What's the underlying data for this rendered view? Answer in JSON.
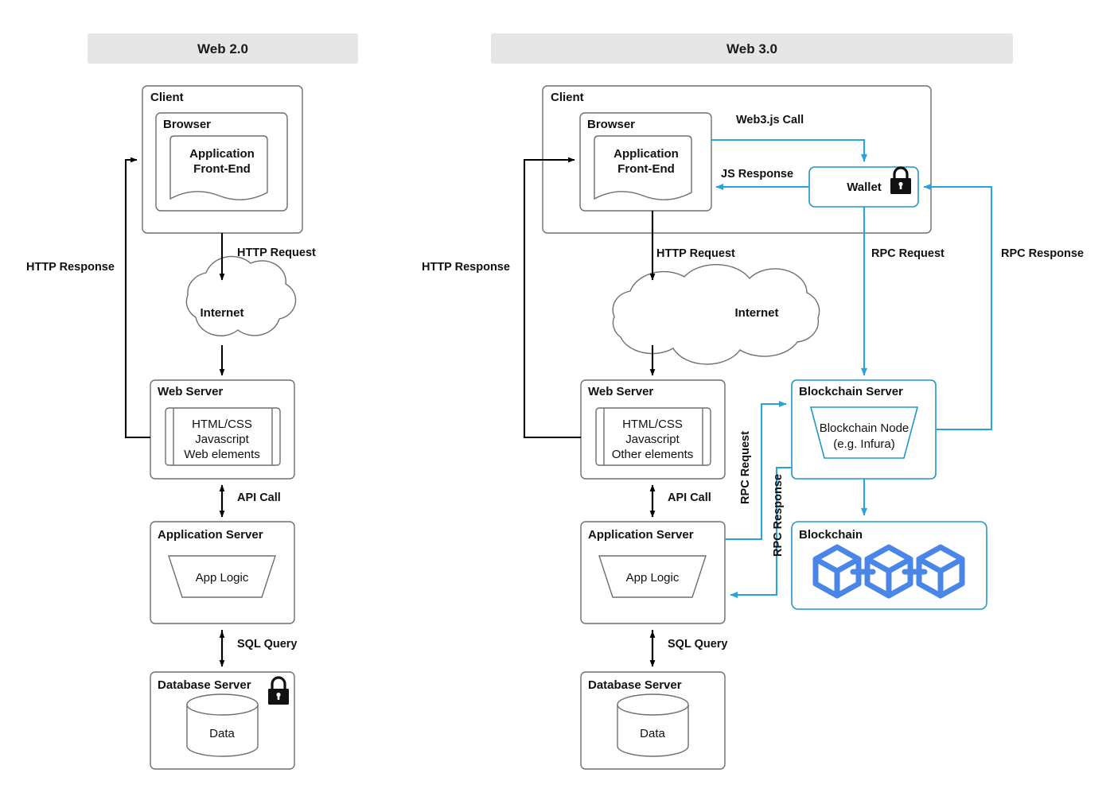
{
  "panels": [
    {
      "id": "web2",
      "title": "Web 2.0",
      "nodes": {
        "client": "Client",
        "browser": "Browser",
        "frontend_l1": "Application",
        "frontend_l2": "Front-End",
        "internet": "Internet",
        "web_server": "Web Server",
        "web_server_l1": "HTML/CSS",
        "web_server_l2": "Javascript",
        "web_server_l3": "Web elements",
        "app_server": "Application Server",
        "app_logic": "App Logic",
        "db_server": "Database Server",
        "data": "Data"
      },
      "edges": {
        "http_request": "HTTP Request",
        "http_response": "HTTP Response",
        "api_call": "API Call",
        "sql_query": "SQL Query"
      },
      "icons": {
        "db_lock": "lock-icon"
      }
    },
    {
      "id": "web3",
      "title": "Web 3.0",
      "nodes": {
        "client": "Client",
        "browser": "Browser",
        "frontend_l1": "Application",
        "frontend_l2": "Front-End",
        "wallet": "Wallet",
        "internet": "Internet",
        "web_server": "Web Server",
        "web_server_l1": "HTML/CSS",
        "web_server_l2": "Javascript",
        "web_server_l3": "Other elements",
        "app_server": "Application Server",
        "app_logic": "App Logic",
        "db_server": "Database Server",
        "data": "Data",
        "blockchain_server": "Blockchain Server",
        "blockchain_node_l1": "Blockchain Node",
        "blockchain_node_l2": "(e.g. Infura)",
        "blockchain": "Blockchain"
      },
      "edges": {
        "http_request": "HTTP Request",
        "http_response": "HTTP Response",
        "api_call": "API Call",
        "sql_query": "SQL Query",
        "web3js_call": "Web3.js Call",
        "js_response": "JS Response",
        "rpc_request_top": "RPC Request",
        "rpc_response_top": "RPC Response",
        "rpc_request_mid": "RPC Request",
        "rpc_response_mid": "RPC Response"
      },
      "icons": {
        "wallet_lock": "lock-icon"
      }
    }
  ],
  "colors": {
    "accent_blue": "#2aa3da",
    "cube_blue": "#4a86e8",
    "title_bg": "#e6e6e6",
    "shape_stroke": "#6e6e6e",
    "flow_black": "#000000"
  }
}
